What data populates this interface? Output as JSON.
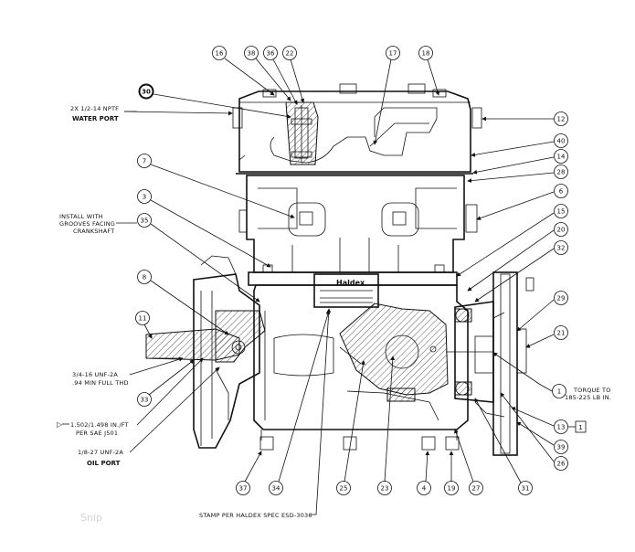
{
  "notes": {
    "water_port_spec": "2X 1/2-14 NPTF",
    "water_port_label": "WATER PORT",
    "install_1": "INSTALL WITH",
    "install_2": "GROOVES FACING",
    "install_3": "CRANKSHAFT",
    "thread_1": "3/4-16 UNF-2A",
    "thread_2": ".94 MIN FULL THD",
    "taper_1": "1.502/1.498 IN./FT",
    "taper_2": "PER SAE J501",
    "oil_spec": "1/8-27 UNF-2A",
    "oil_label": "OIL PORT",
    "torque_1": "TORQUE TO",
    "torque_2": "185-225 LB IN.",
    "stamp": "STAMP PER HALDEX SPEC ESD-3036",
    "haldex_brand": "Haldex",
    "snip": "Snip"
  },
  "callouts": [
    "30",
    "16",
    "38",
    "36",
    "22",
    "17",
    "18",
    "12",
    "40",
    "14",
    "28",
    "7",
    "3",
    "35",
    "6",
    "15",
    "20",
    "32",
    "8",
    "11",
    "29",
    "21",
    "1",
    "13",
    "39",
    "26",
    "31",
    "27",
    "19",
    "4",
    "23",
    "25",
    "34",
    "37",
    "33"
  ],
  "flag_box": "1"
}
